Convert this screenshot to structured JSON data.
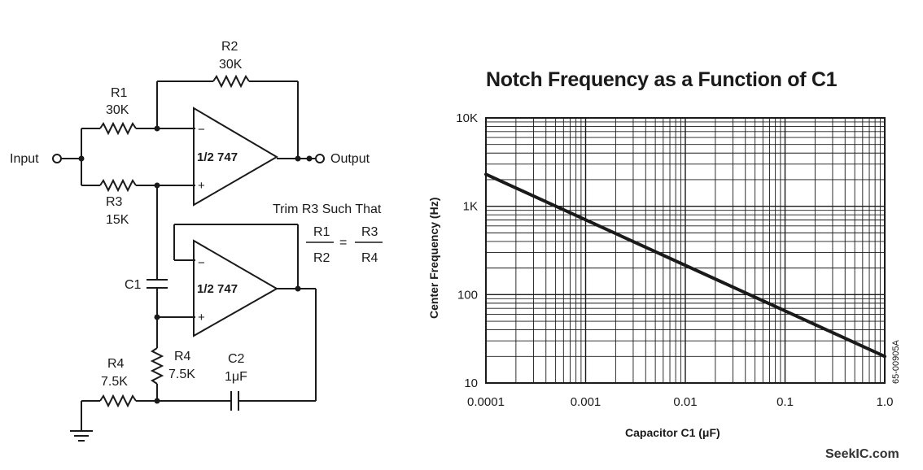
{
  "circuit": {
    "input_label": "Input",
    "output_label": "Output",
    "r1": {
      "name": "R1",
      "value": "30K"
    },
    "r2": {
      "name": "R2",
      "value": "30K"
    },
    "r3": {
      "name": "R3",
      "value": "15K"
    },
    "r4_horizontal": {
      "name": "R4",
      "value": "7.5K"
    },
    "r4_vertical": {
      "name": "R4",
      "value": "7.5K"
    },
    "c1": {
      "name": "C1"
    },
    "c2": {
      "name": "C2",
      "value": "1μF"
    },
    "opamp1": {
      "label": "1/2 747",
      "minus": "−",
      "plus": "+"
    },
    "opamp2": {
      "label": "1/2 747",
      "minus": "−",
      "plus": "+"
    },
    "trim_note": {
      "text": "Trim R3 Such That",
      "lhs_num": "R1",
      "lhs_den": "R2",
      "equals": "=",
      "rhs_num": "R3",
      "rhs_den": "R4"
    }
  },
  "chart_data": {
    "type": "line",
    "title": "Notch Frequency as a Function of C1",
    "xlabel": "Capacitor C1 (μF)",
    "ylabel": "Center Frequency (Hz)",
    "x_scale": "log",
    "y_scale": "log",
    "xlim": [
      0.0001,
      1.0
    ],
    "ylim": [
      10,
      10000
    ],
    "x_tick_labels": [
      "0.0001",
      "0.001",
      "0.01",
      "0.1",
      "1.0"
    ],
    "y_tick_labels": [
      "10",
      "100",
      "1K",
      "10K"
    ],
    "grid": true,
    "series": [
      {
        "x": [
          0.0001,
          1.0
        ],
        "y": [
          2300,
          20
        ]
      }
    ],
    "figure_code": "65-00905A"
  },
  "watermark": "SeekIC.com"
}
